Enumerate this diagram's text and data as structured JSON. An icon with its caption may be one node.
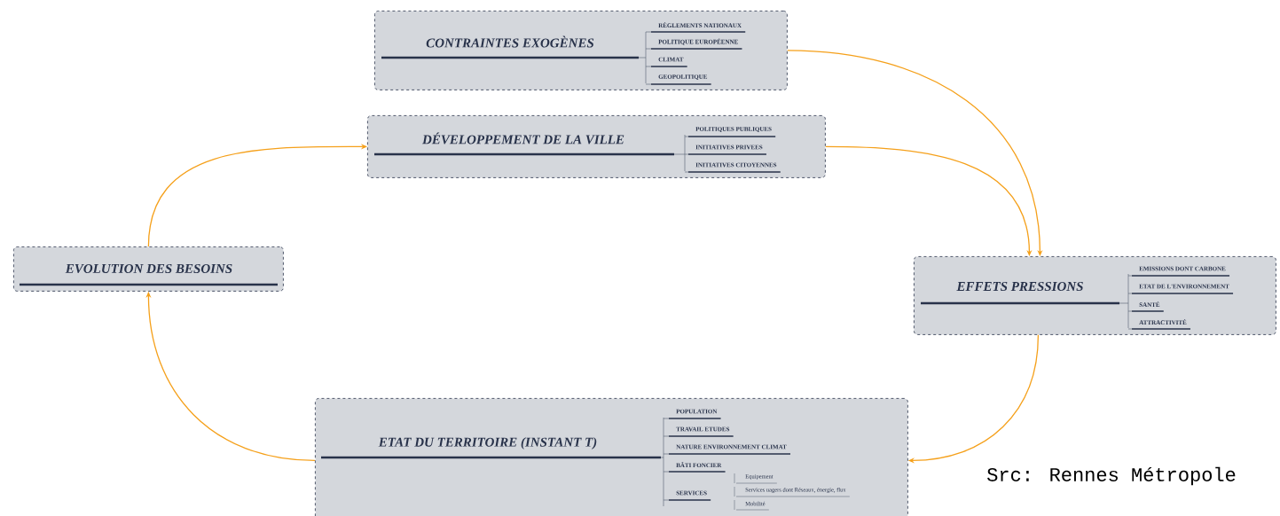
{
  "diagram": {
    "nodes": [
      {
        "text": [
          "CONTRAINTES EXOGÈNES",
          "RÈGLEMENTS NATIONAUX",
          "POLITIQUE EUROPÉENNE",
          "CLIMAT",
          "GEOPOLITIQUE"
        ]
      },
      {
        "text": [
          "DÉVELOPPEMENT DE LA VILLE",
          "POLITIQUES PUBLIQUES",
          "INITIATIVES PRIVEES",
          "INITIATIVES CITOYENNES"
        ]
      },
      {
        "text": [
          "EVOLUTION DES BESOINS"
        ]
      },
      {
        "text": [
          "EFFETS PRESSIONS",
          "EMISSIONS DONT CARBONE",
          "ETAT DE L'ENVIRONNEMENT",
          "SANTÉ",
          "ATTRACTIVITÉ"
        ]
      },
      {
        "text": [
          "ETAT DU TERRITOIRE (INSTANT T)",
          "POPULATION",
          "TRAVAIL ETUDES",
          "NATURE ENVIRONNEMENT CLIMAT",
          "BÂTI FONCIER",
          "SERVICES",
          "Equipement",
          "Services uagers dont Réseaux, énergie, flux",
          "Mobilité"
        ]
      }
    ],
    "edges": [
      {
        "from": 0,
        "to": 3,
        "arrow": "to"
      },
      {
        "from": 1,
        "to": 3,
        "arrow": "to"
      },
      {
        "from": 3,
        "to": 4,
        "arrow": "to"
      },
      {
        "from": 4,
        "to": 2,
        "arrow": "to"
      },
      {
        "from": 2,
        "to": 1,
        "arrow": "to"
      }
    ],
    "labels": [
      "Src: Rennes Métropole"
    ]
  }
}
